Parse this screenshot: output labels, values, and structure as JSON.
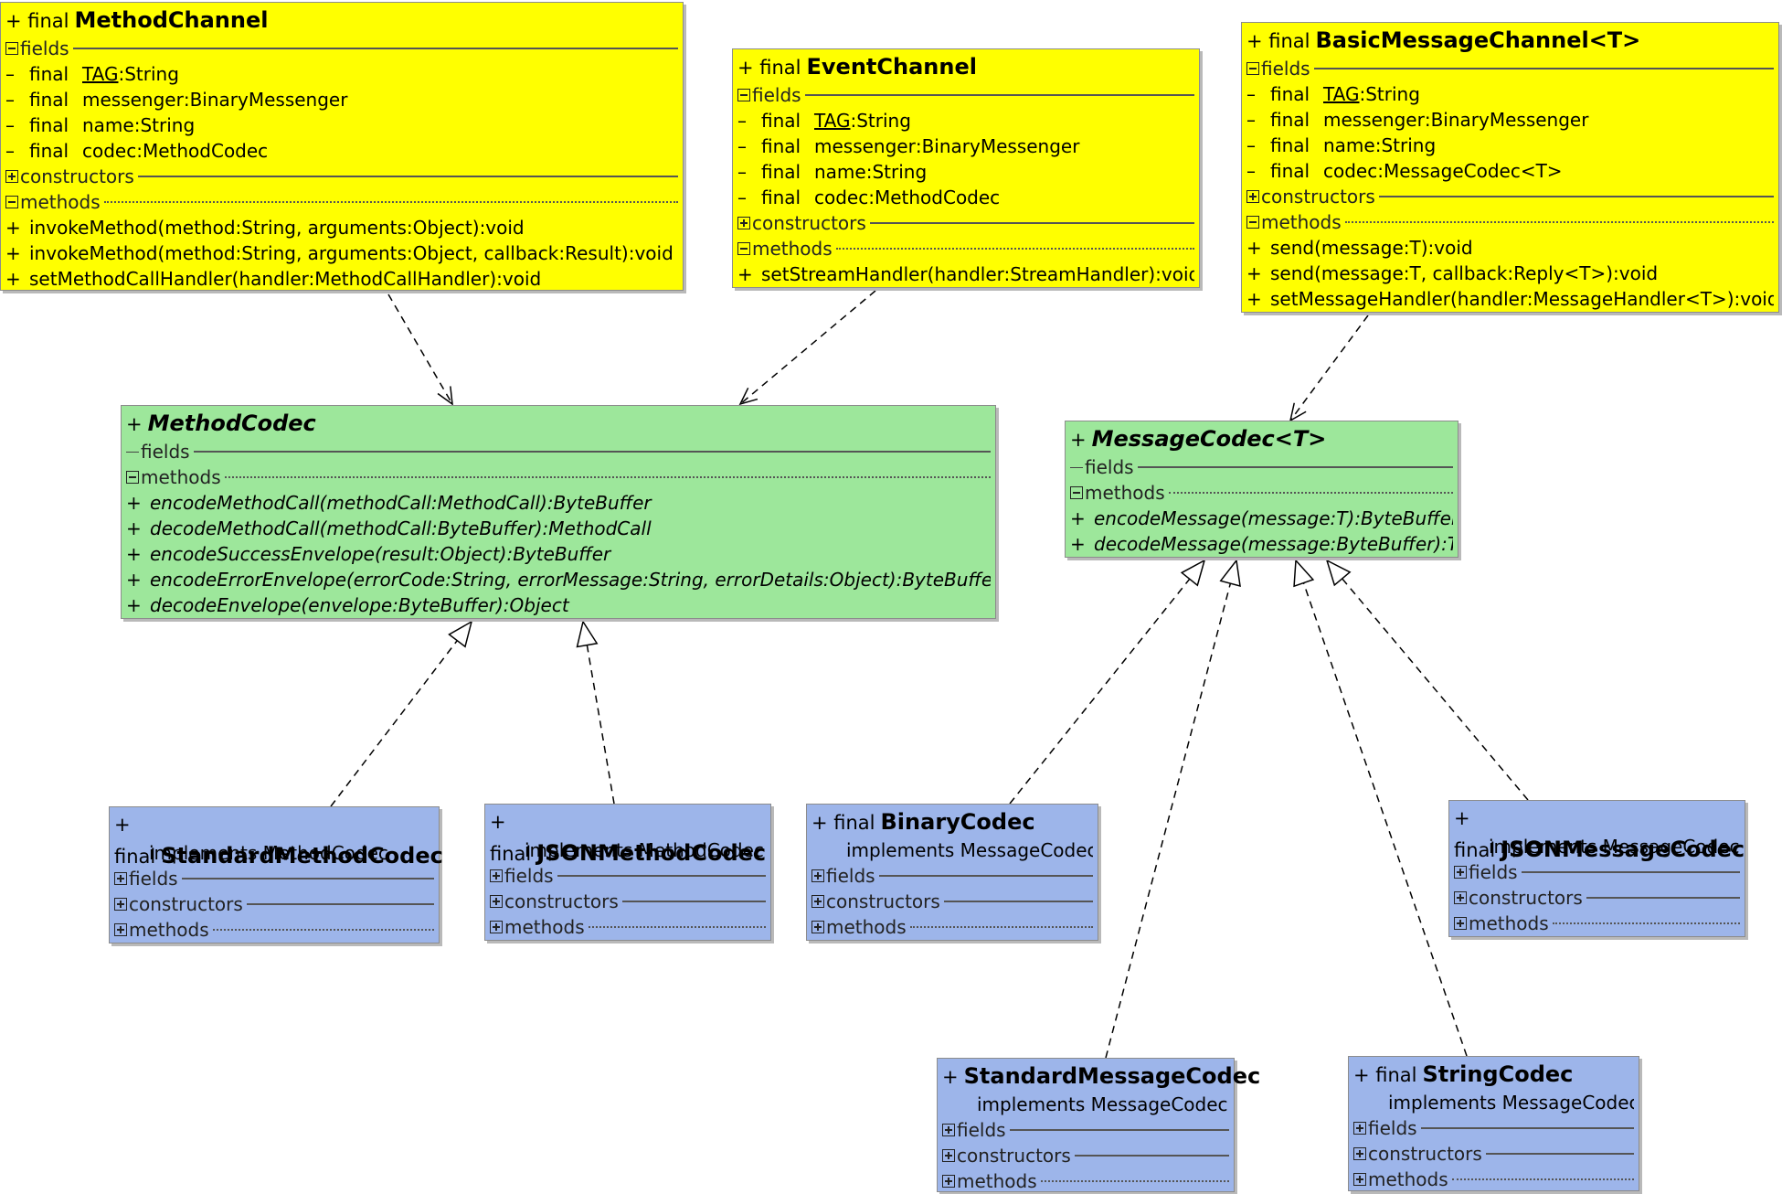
{
  "diagram": {
    "section_labels": {
      "fields": "fields",
      "constructors": "constructors",
      "methods": "methods"
    },
    "vis_public": "+",
    "vis_private": "–",
    "mod_final": "final",
    "classes": {
      "method_channel": {
        "prefix": "+ final",
        "name": "MethodChannel",
        "fields": [
          {
            "name": "TAG",
            "type": ":String"
          },
          {
            "name": "messenger",
            "type": ":BinaryMessenger"
          },
          {
            "name": "name",
            "type": ":String"
          },
          {
            "name": "codec",
            "type": ":MethodCodec"
          }
        ],
        "methods": [
          "invokeMethod(method:String, arguments:Object):void",
          "invokeMethod(method:String, arguments:Object, callback:Result):void",
          "setMethodCallHandler(handler:MethodCallHandler):void"
        ]
      },
      "event_channel": {
        "prefix": "+ final",
        "name": "EventChannel",
        "fields": [
          {
            "name": "TAG",
            "type": ":String"
          },
          {
            "name": "messenger",
            "type": ":BinaryMessenger"
          },
          {
            "name": "name",
            "type": ":String"
          },
          {
            "name": "codec",
            "type": ":MethodCodec"
          }
        ],
        "methods": [
          "setStreamHandler(handler:StreamHandler):void"
        ]
      },
      "basic_message_channel": {
        "prefix": "+ final",
        "name": "BasicMessageChannel<T>",
        "fields": [
          {
            "name": "TAG",
            "type": ":String"
          },
          {
            "name": "messenger",
            "type": ":BinaryMessenger"
          },
          {
            "name": "name",
            "type": ":String"
          },
          {
            "name": "codec",
            "type": ":MessageCodec<T>"
          }
        ],
        "methods": [
          "send(message:T):void",
          "send(message:T, callback:Reply<T>):void",
          "setMessageHandler(handler:MessageHandler<T>):void"
        ]
      },
      "method_codec": {
        "prefix": "+",
        "name": "MethodCodec",
        "methods": [
          "encodeMethodCall(methodCall:MethodCall):ByteBuffer",
          "decodeMethodCall(methodCall:ByteBuffer):MethodCall",
          "encodeSuccessEnvelope(result:Object):ByteBuffer",
          "encodeErrorEnvelope(errorCode:String, errorMessage:String, errorDetails:Object):ByteBuffer",
          "decodeEnvelope(envelope:ByteBuffer):Object"
        ]
      },
      "message_codec": {
        "prefix": "+",
        "name": "MessageCodec<T>",
        "methods": [
          "encodeMessage(message:T):ByteBuffer",
          "decodeMessage(message:ByteBuffer):T"
        ]
      },
      "standard_method_codec": {
        "prefix": "+ final",
        "name": "StandardMethodCodec",
        "implements": "implements  MethodCodec"
      },
      "json_method_codec": {
        "prefix": "+ final",
        "name": "JSONMethodCodec",
        "implements": "implements  MethodCodec"
      },
      "binary_codec": {
        "prefix": "+ final",
        "name": "BinaryCodec",
        "implements": "implements  MessageCodec"
      },
      "json_message_codec": {
        "prefix": "+ final",
        "name": "JSONMessageCodec",
        "implements": "implements  MessageCodec"
      },
      "standard_message_codec": {
        "prefix": "+",
        "name": "StandardMessageCodec",
        "implements": "implements  MessageCodec"
      },
      "string_codec": {
        "prefix": "+ final",
        "name": "StringCodec",
        "implements": "implements  MessageCodec"
      }
    },
    "relations": [
      {
        "from": "method_channel",
        "to": "method_codec",
        "kind": "dependency"
      },
      {
        "from": "event_channel",
        "to": "method_codec",
        "kind": "dependency"
      },
      {
        "from": "basic_message_channel",
        "to": "message_codec",
        "kind": "dependency"
      },
      {
        "from": "standard_method_codec",
        "to": "method_codec",
        "kind": "realization"
      },
      {
        "from": "json_method_codec",
        "to": "method_codec",
        "kind": "realization"
      },
      {
        "from": "binary_codec",
        "to": "message_codec",
        "kind": "realization"
      },
      {
        "from": "standard_message_codec",
        "to": "message_codec",
        "kind": "realization"
      },
      {
        "from": "string_codec",
        "to": "message_codec",
        "kind": "realization"
      },
      {
        "from": "json_message_codec",
        "to": "message_codec",
        "kind": "realization"
      }
    ]
  }
}
